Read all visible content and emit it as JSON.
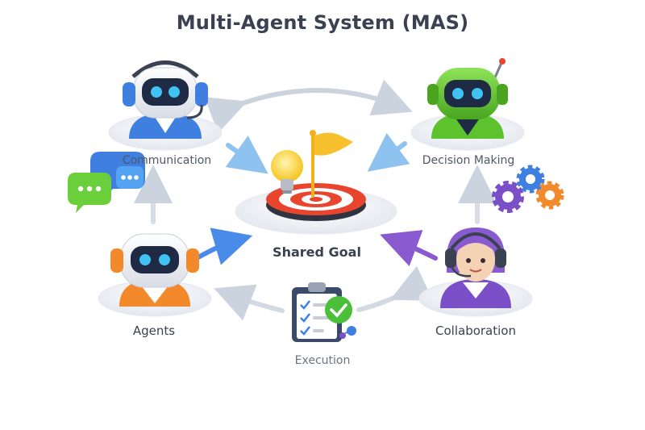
{
  "diagram": {
    "title": "Multi-Agent System (MAS)",
    "nodes": {
      "communication": "Communication",
      "decision_making": "Decision Making",
      "shared_goal": "Shared Goal",
      "agents": "Agents",
      "collaboration": "Collaboration",
      "execution": "Execution"
    },
    "icons": {
      "communication": "headset-robot-icon",
      "decision_making": "antenna-robot-icon",
      "agents": "robot-icon",
      "collaboration": "headset-person-icon",
      "execution": "checklist-icon",
      "shared_goal": "target-flag-icon",
      "chat": "chat-bubbles-icon",
      "settings": "gears-icon"
    },
    "colors": {
      "blue": "#3f7fe0",
      "green": "#5cc22d",
      "orange": "#f2892b",
      "purple": "#7a4fc7",
      "target_red": "#e8452f",
      "flag_yellow": "#f7c02d"
    }
  }
}
